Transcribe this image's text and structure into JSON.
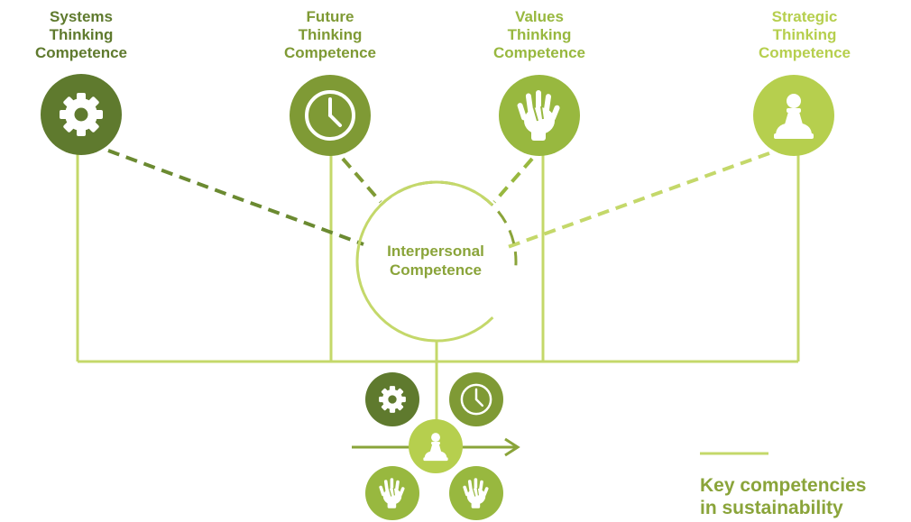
{
  "colors": {
    "systems": "#5f7a2e",
    "future": "#7f9a35",
    "values": "#98b83f",
    "strategic": "#b6cf4e",
    "interpersonal": "#c4d86a",
    "text_green": "#8aa43a"
  },
  "competencies": [
    {
      "key": "systems",
      "lines": [
        "Systems",
        "Thinking",
        "Competence"
      ],
      "icon": "gear-icon"
    },
    {
      "key": "future",
      "lines": [
        "Future",
        "Thinking",
        "Competence"
      ],
      "icon": "clock-icon"
    },
    {
      "key": "values",
      "lines": [
        "Values",
        "Thinking",
        "Competence"
      ],
      "icon": "hands-icon"
    },
    {
      "key": "strategic",
      "lines": [
        "Strategic",
        "Thinking",
        "Competence"
      ],
      "icon": "chess-pawn-icon"
    }
  ],
  "center": {
    "lines": [
      "Interpersonal",
      "Competence"
    ]
  },
  "key": {
    "lines": [
      "Key competencies",
      "in sustainability"
    ]
  }
}
